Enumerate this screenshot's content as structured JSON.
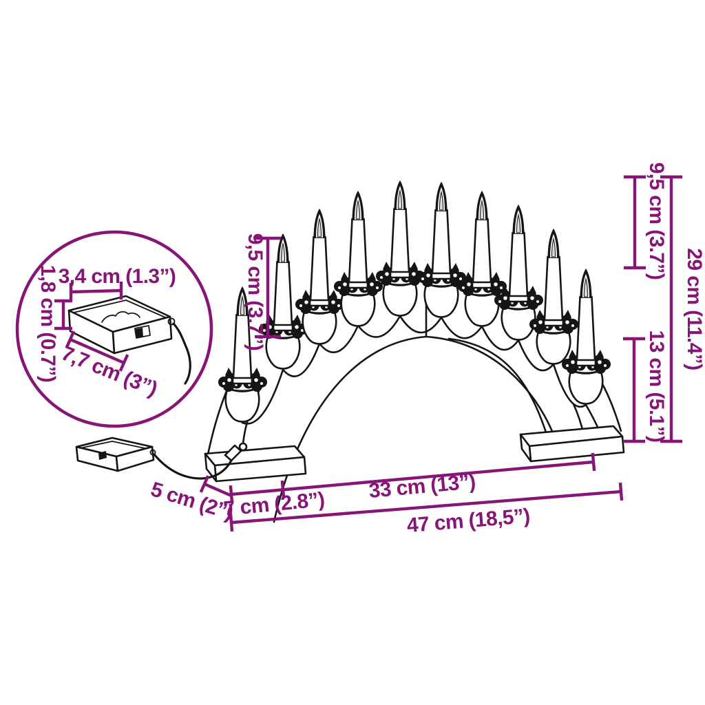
{
  "canvas": {
    "background": "#ffffff",
    "accent": "#871577",
    "ink": "#151515"
  },
  "product": {
    "name": "candle-arch-diagram",
    "candle_count": 10
  },
  "inset": {
    "width": "3,4 cm (1.3”)",
    "height": "1,8 cm (0.7”)",
    "depth": "7,7 cm (3”)"
  },
  "dims": {
    "candle_left": "9,5 cm (3.7”)",
    "candle_right": "9,5 cm (3.7”)",
    "total_height": "29 cm (11.4”)",
    "arch_end_height": "13 cm (5.1”)",
    "cable": "5 cm (2”)",
    "foot": "7 cm (2.8”)",
    "span": "33 cm (13”)",
    "width": "47 cm (18,5”)"
  }
}
